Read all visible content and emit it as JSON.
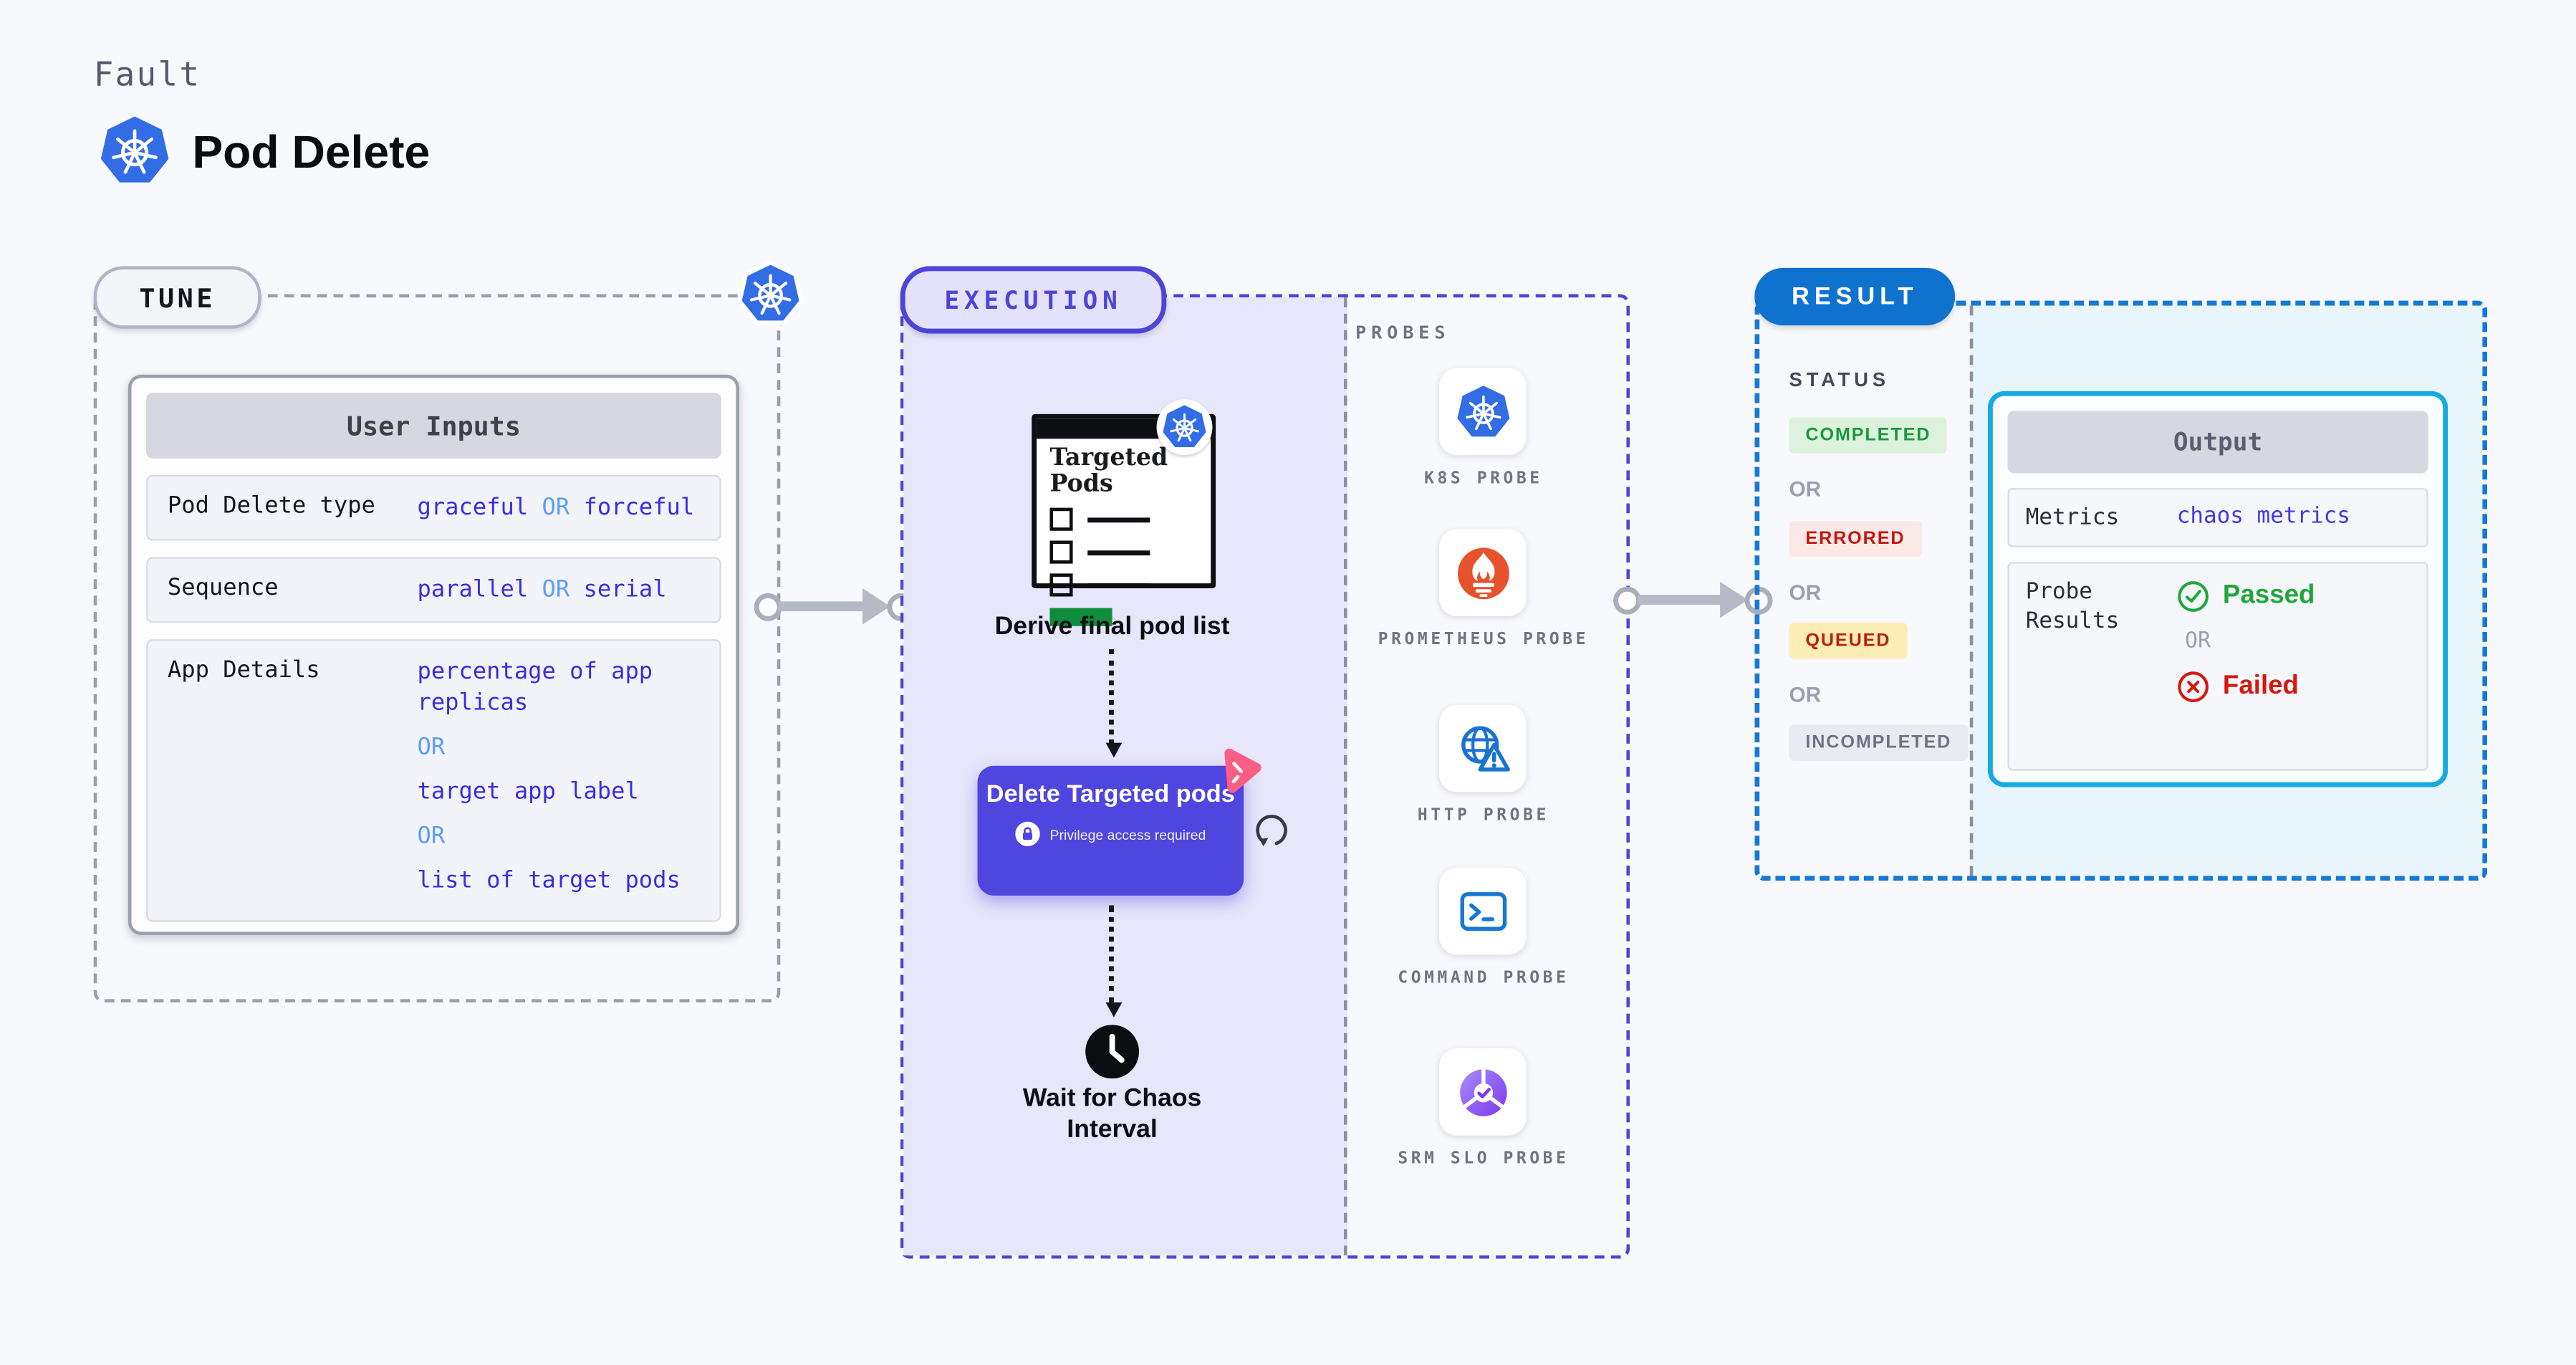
{
  "header": {
    "fault_label": "Fault",
    "title": "Pod Delete"
  },
  "tune": {
    "pill": "TUNE",
    "user_inputs": {
      "title": "User Inputs",
      "rows": [
        {
          "label": "Pod Delete type",
          "v1": "graceful",
          "or": "OR",
          "v2": "forceful"
        },
        {
          "label": "Sequence",
          "v1": "parallel",
          "or": "OR",
          "v2": "serial"
        },
        {
          "label": "App Details",
          "l1": "percentage of app replicas",
          "l2": "OR",
          "l3": "target app label",
          "l4": "OR",
          "l5": "list of target pods"
        }
      ]
    }
  },
  "execution": {
    "pill": "EXECUTION",
    "probes_title": "PROBES",
    "targeted_pods_title": "Targeted Pods",
    "derive_label": "Derive final pod list",
    "delete_step": {
      "title": "Delete Targeted pods",
      "note": "Privilege access required"
    },
    "wait_label": "Wait for Chaos Interval",
    "probes": [
      {
        "name": "K8S PROBE"
      },
      {
        "name": "PROMETHEUS PROBE"
      },
      {
        "name": "HTTP PROBE"
      },
      {
        "name": "COMMAND PROBE"
      },
      {
        "name": "SRM SLO PROBE"
      }
    ]
  },
  "result": {
    "pill": "RESULT",
    "status_title": "STATUS",
    "or_label": "OR",
    "statuses": {
      "completed": "COMPLETED",
      "errored": "ERRORED",
      "queued": "QUEUED",
      "incompleted": "INCOMPLETED"
    },
    "output": {
      "title": "Output",
      "metrics_label": "Metrics",
      "metrics_value": "chaos metrics",
      "probe_results_label": "Probe Results",
      "passed": "Passed",
      "or": "OR",
      "failed": "Failed"
    }
  },
  "colors": {
    "background": "#f8f9fc",
    "execution_indigo": "#4d44d8",
    "execution_fill": "#e7e6fa",
    "node_indigo": "#4f46e0",
    "result_blue": "#0f72cf",
    "result_fill": "#e9f5fc",
    "output_border_cyan": "#15abe2",
    "value_blue": "#3a2de0",
    "or_blue": "#5a9ff5",
    "completed_green": "#179a3d",
    "errored_red": "#c4170e",
    "queued_yellow_bg": "#fceeb5",
    "passed_green": "#21a63c",
    "failed_red": "#d6170f",
    "k8s_blue": "#326de6",
    "prometheus_orange": "#e6522c",
    "litmus_pink": "#fb5e84",
    "slo_purple": "#7c3aed",
    "arrow_gray": "#b6bac6"
  }
}
